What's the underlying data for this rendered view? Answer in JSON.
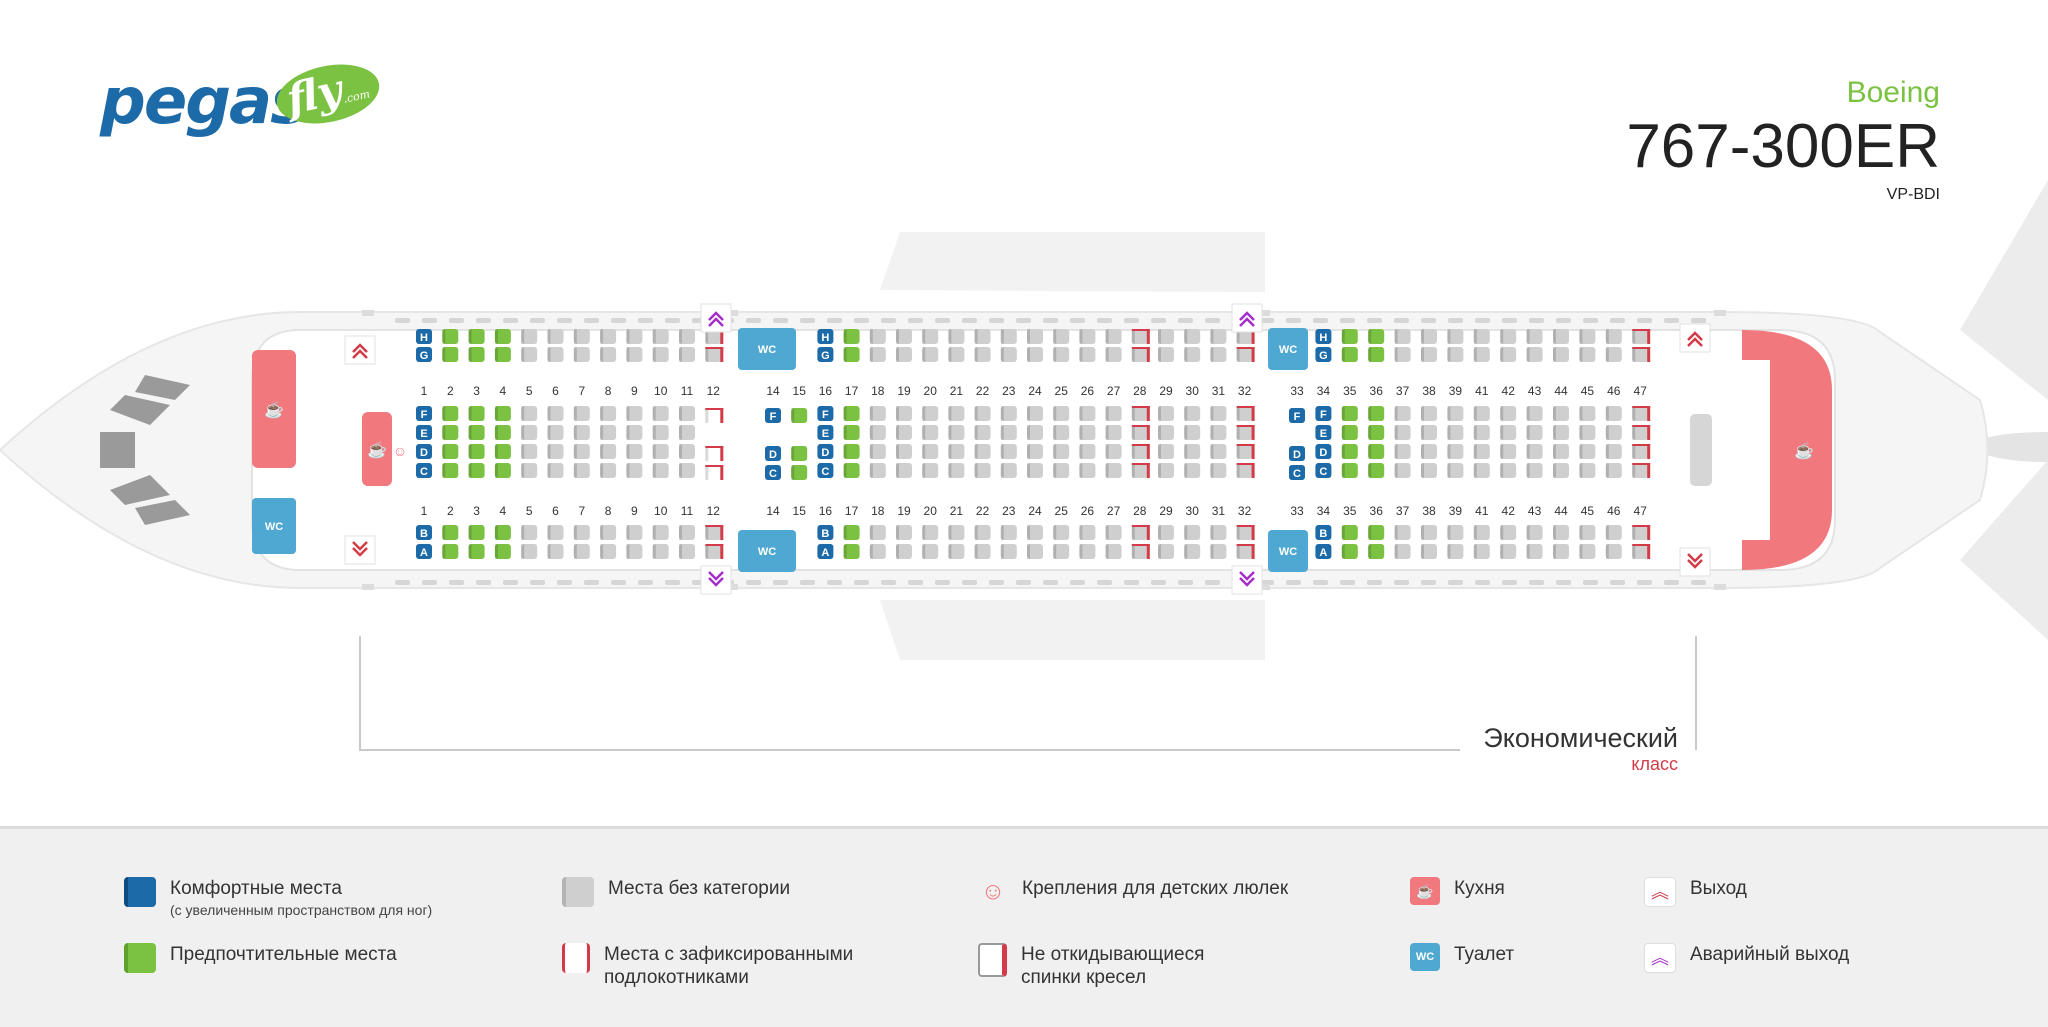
{
  "logo": {
    "main": "pegas",
    "secondary": "fly",
    "suffix": ".com"
  },
  "aircraft": {
    "brand": "Boeing",
    "model": "767-300ER",
    "registration": "VP-BDI"
  },
  "colors": {
    "comfort": "#1c6aa8",
    "preferred": "#7cc242",
    "standard": "#cfcfcf",
    "fixed_armrest": "#d23b47",
    "galley": "#f1787d",
    "toilet": "#4ea8d2",
    "exit": "#d23b47",
    "emergency_exit": "#a52ec9"
  },
  "icons": {
    "galley": "cup-icon",
    "toilet": "wc-icon",
    "bassinet": "baby-bassinet-icon",
    "exit": "double-chevron-icon"
  },
  "cabin": {
    "class_title": "Экономический",
    "class_subtitle": "класс"
  },
  "facility_labels": {
    "toilet": "WC"
  },
  "rows_top": [
    "1",
    "2",
    "3",
    "4",
    "5",
    "6",
    "7",
    "8",
    "9",
    "10",
    "11",
    "12",
    "14",
    "15",
    "16",
    "17",
    "18",
    "19",
    "20",
    "21",
    "22",
    "23",
    "24",
    "25",
    "26",
    "27",
    "28",
    "29",
    "30",
    "31",
    "32",
    "33",
    "34",
    "35",
    "36",
    "37",
    "38",
    "39",
    "41",
    "42",
    "43",
    "44",
    "45",
    "46",
    "47"
  ],
  "rows_bottom": [
    "1",
    "2",
    "3",
    "4",
    "5",
    "6",
    "7",
    "8",
    "9",
    "10",
    "11",
    "12",
    "14",
    "15",
    "16",
    "17",
    "18",
    "19",
    "20",
    "21",
    "22",
    "23",
    "24",
    "25",
    "26",
    "27",
    "28",
    "29",
    "30",
    "31",
    "32",
    "33",
    "34",
    "35",
    "36",
    "37",
    "38",
    "39",
    "41",
    "42",
    "43",
    "44",
    "45",
    "46",
    "47"
  ],
  "seat_letters": {
    "left": [
      "H",
      "G"
    ],
    "center": [
      "F",
      "E",
      "D",
      "C"
    ],
    "right": [
      "B",
      "A"
    ],
    "center_front": [
      "F",
      "D",
      "C"
    ]
  },
  "legend": {
    "comfort": "Комфортные места",
    "comfort_note": "(с увеличенным пространством для ног)",
    "preferred": "Предпочтительные места",
    "standard": "Места без категории",
    "fixed_armrests": "Места с зафиксированными подлокотниками",
    "bassinet": "Крепления  для детских люлек",
    "no_recline": "Не откидывающиеся спинки кресел",
    "galley": "Кухня",
    "toilet": "Туалет",
    "exit": "Выход",
    "emergency_exit": "Аварийный выход"
  }
}
